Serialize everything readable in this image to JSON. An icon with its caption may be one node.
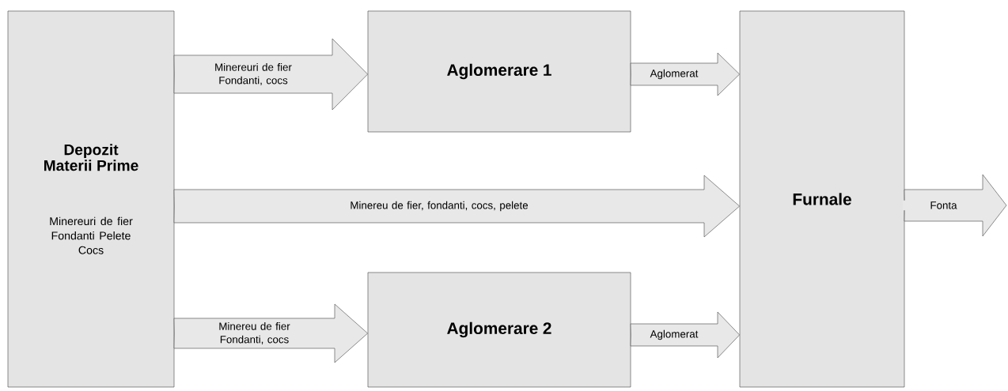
{
  "diagram": {
    "nodes": [
      {
        "text": [
          "Depozit Materii Prime",
          "Minereuri de fier Fondanti Pelete Cocs"
        ]
      },
      {
        "text": [
          "Aglomerare 1"
        ]
      },
      {
        "text": [
          "Aglomerare 2"
        ]
      },
      {
        "text": [
          "Furnale"
        ]
      }
    ],
    "edges": [
      {
        "from": 0,
        "to": 1,
        "arrow": "to",
        "label": "Minereuri de fier Fondanti, cocs"
      },
      {
        "from": 0,
        "to": 3,
        "arrow": "to",
        "label": "Minereu de fier, fondanti, cocs, pelete"
      },
      {
        "from": 0,
        "to": 2,
        "arrow": "to",
        "label": "Minereu de fier Fondanti, cocs"
      },
      {
        "from": 1,
        "to": 3,
        "arrow": "to",
        "label": "Aglomerat"
      },
      {
        "from": 2,
        "to": 3,
        "arrow": "to",
        "label": "Aglomerat"
      },
      {
        "from": 3,
        "to": null,
        "arrow": "to",
        "label": "Fonta"
      }
    ]
  }
}
